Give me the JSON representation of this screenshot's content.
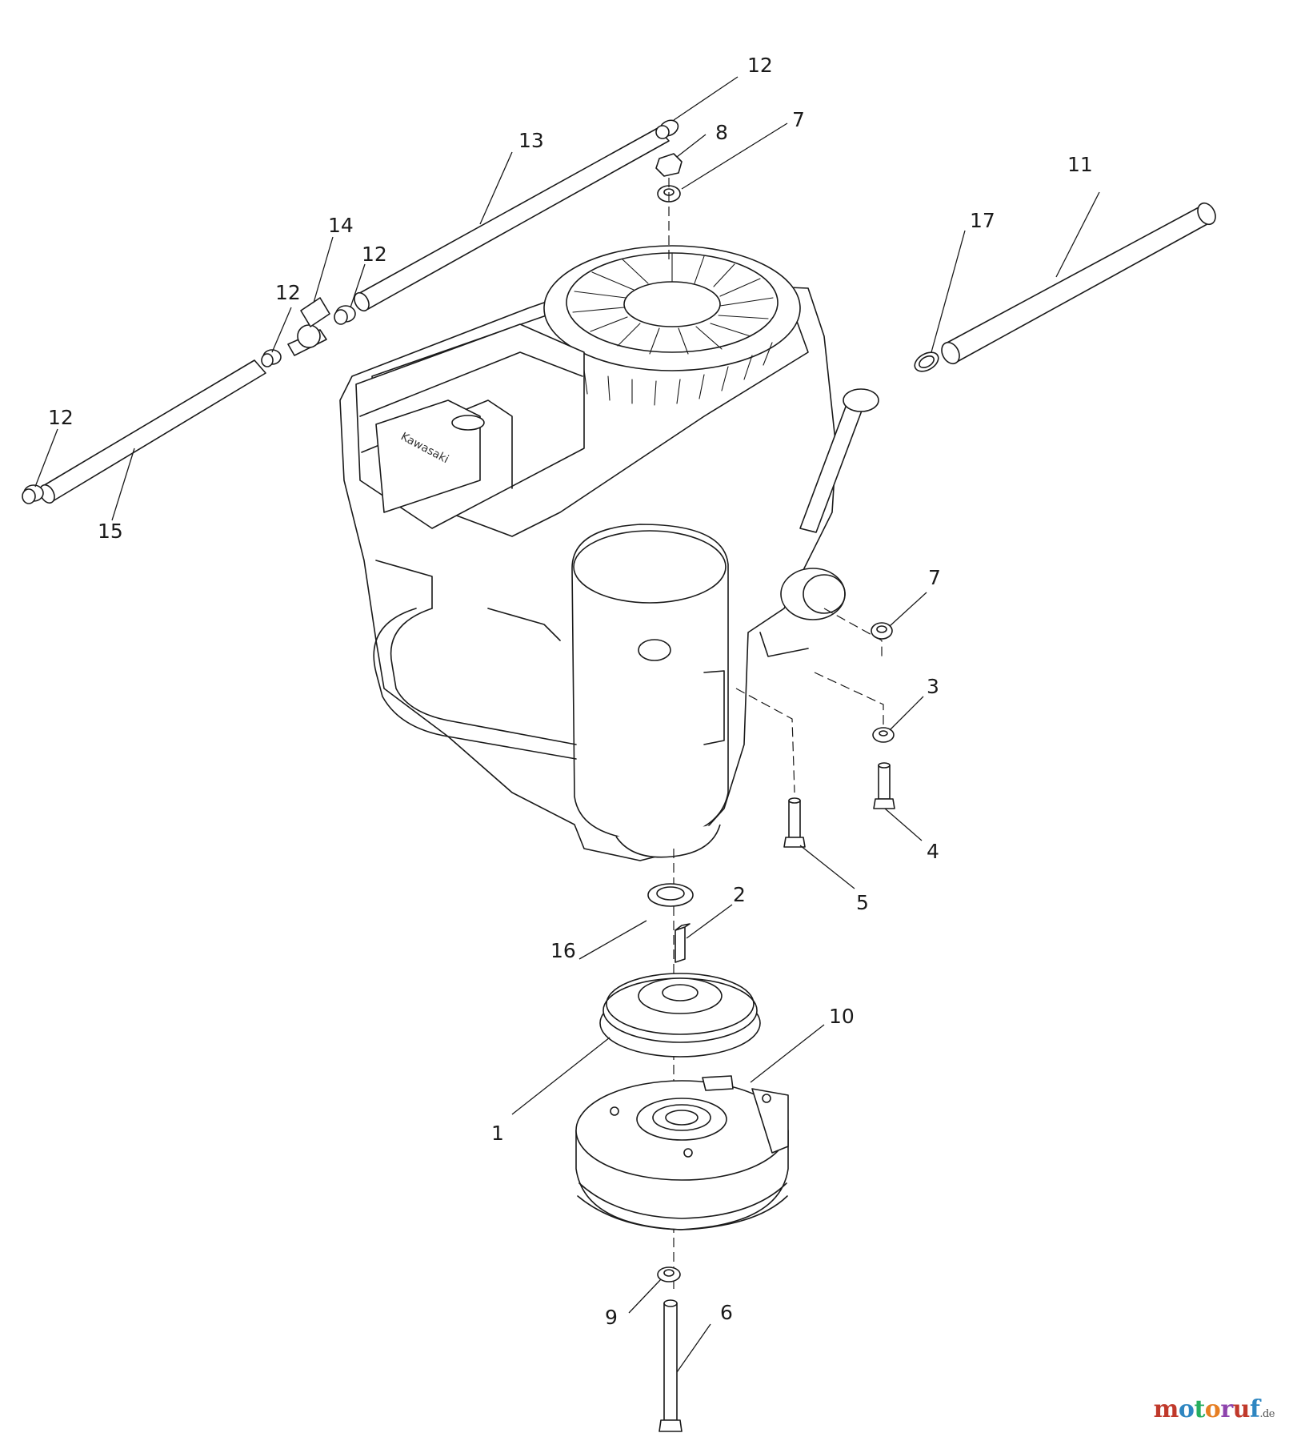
{
  "diagram": {
    "engine_brand": "Kawasaki",
    "callouts": {
      "c1": "1",
      "c2": "2",
      "c3": "3",
      "c4": "4",
      "c5": "5",
      "c6": "6",
      "c7a": "7",
      "c7b": "7",
      "c8": "8",
      "c9": "9",
      "c10": "10",
      "c11": "11",
      "c12a": "12",
      "c12b": "12",
      "c12c": "12",
      "c12d": "12",
      "c13": "13",
      "c14": "14",
      "c15": "15",
      "c16": "16",
      "c17": "17"
    }
  },
  "watermark": {
    "letters": [
      "m",
      "o",
      "t",
      "o",
      "r",
      "u",
      "f"
    ],
    "colors": [
      "#c0392b",
      "#2e86c1",
      "#27ae60",
      "#e67e22",
      "#8e44ad",
      "#c0392b",
      "#2e86c1"
    ],
    "tld": ".de"
  }
}
